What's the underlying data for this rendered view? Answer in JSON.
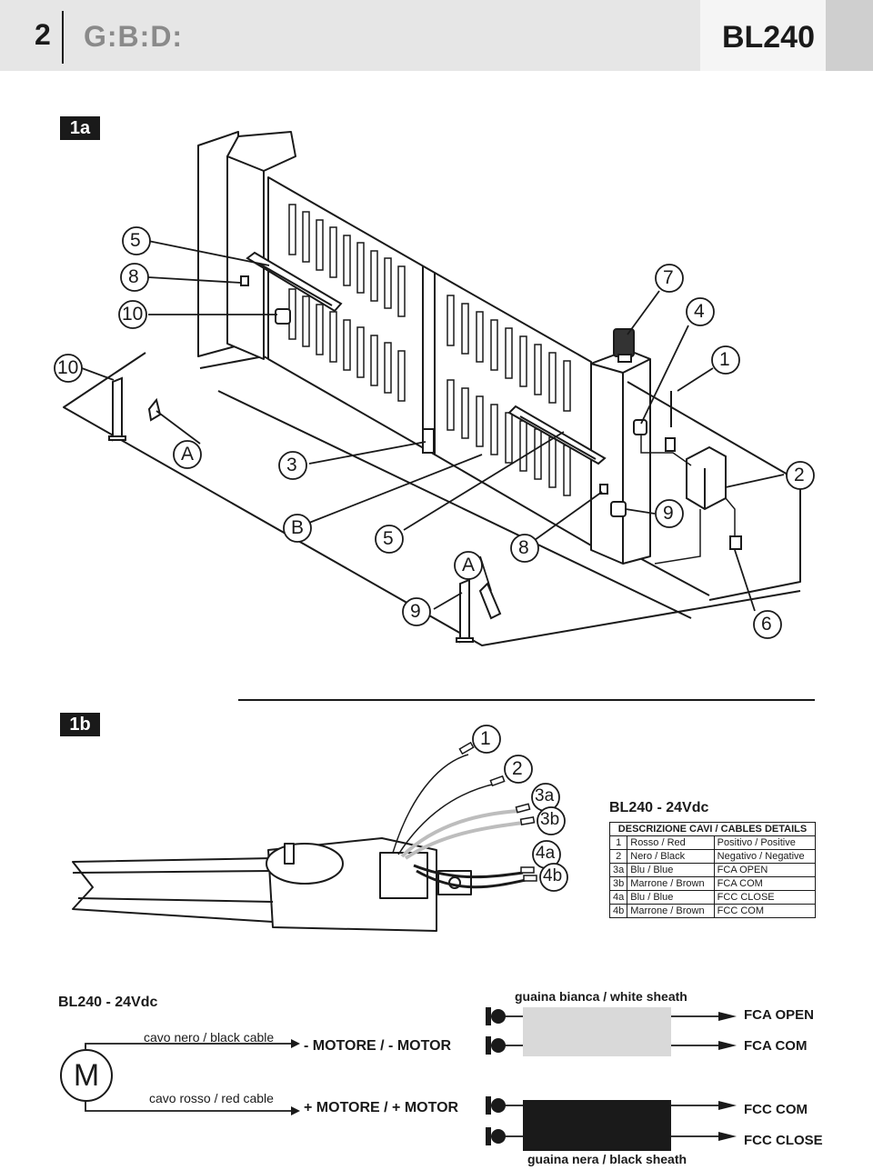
{
  "header": {
    "page_number": "2",
    "logo_text": "G:B:D:",
    "model": "BL240"
  },
  "figure_1a": {
    "label": "1a",
    "callouts": {
      "c5_top": "5",
      "c8_top": "8",
      "c10_top": "10",
      "c7": "7",
      "c4": "4",
      "c1": "1",
      "c10_left": "10",
      "cA_mid": "A",
      "c3": "3",
      "c2": "2",
      "cB": "B",
      "c5_bottom": "5",
      "c8_bottom": "8",
      "c9_right": "9",
      "cA_bottom": "A",
      "c9_bottom": "9",
      "c6": "6"
    }
  },
  "figure_1b": {
    "label": "1b",
    "callouts": {
      "c1": "1",
      "c2": "2",
      "c3a": "3a",
      "c3b": "3b",
      "c4a": "4a",
      "c4b": "4b"
    },
    "table_title": "BL240 - 24Vdc",
    "table_header": "DESCRIZIONE CAVI / CABLES DETAILS",
    "table_rows": [
      {
        "num": "1",
        "cable": "Rosso / Red",
        "desc": "Positivo / Positive"
      },
      {
        "num": "2",
        "cable": "Nero / Black",
        "desc": "Negativo / Negative"
      },
      {
        "num": "3a",
        "cable": "Blu / Blue",
        "desc": "FCA OPEN"
      },
      {
        "num": "3b",
        "cable": "Marrone / Brown",
        "desc": "FCA COM"
      },
      {
        "num": "4a",
        "cable": "Blu / Blue",
        "desc": "FCC CLOSE"
      },
      {
        "num": "4b",
        "cable": "Marrone / Brown",
        "desc": "FCC COM"
      }
    ]
  },
  "wiring": {
    "title": "BL240 - 24Vdc",
    "motor_symbol": "M",
    "black_cable_label": "cavo nero / black cable",
    "red_cable_label": "cavo rosso / red cable",
    "minus_motor": "- MOTORE / - MOTOR",
    "plus_motor": "+ MOTORE / + MOTOR",
    "white_sheath": "guaina bianca / white sheath",
    "black_sheath": "guaina nera / black sheath",
    "fca_open": "FCA OPEN",
    "fca_com": "FCA COM",
    "fcc_com": "FCC COM",
    "fcc_close": "FCC CLOSE",
    "colors": {
      "white_sheath_fill": "#d9d9d9",
      "black_sheath_fill": "#1a1a1a"
    }
  }
}
